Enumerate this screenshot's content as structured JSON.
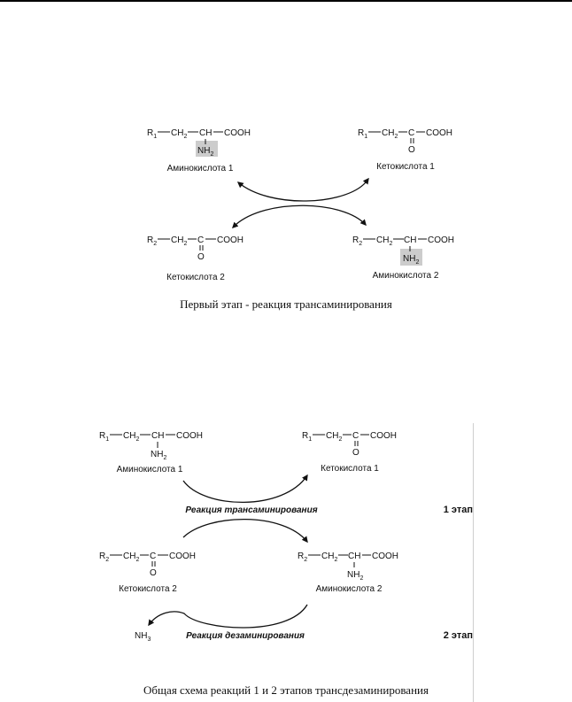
{
  "figure1": {
    "caption": "Первый этап - реакция трансаминирования",
    "amino_acid_1": {
      "name": "Аминокислота 1",
      "r": "R",
      "r_sub": "1",
      "amine": "NH",
      "amine_sub": "2"
    },
    "keto_acid_1": {
      "name": "Кетокислота 1",
      "r": "R",
      "r_sub": "1",
      "oxygen": "O"
    },
    "keto_acid_2": {
      "name": "Кетокислота 2",
      "r": "R",
      "r_sub": "2",
      "oxygen": "O"
    },
    "amino_acid_2": {
      "name": "Аминокислота 2",
      "r": "R",
      "r_sub": "2",
      "amine": "NH",
      "amine_sub": "2"
    },
    "ch2": "CH",
    "ch2_sub": "2",
    "ch": "CH",
    "c": "C",
    "cooh": "COOH",
    "highlight_color": "#cccccc"
  },
  "figure2": {
    "caption": "Общая схема реакций 1 и 2 этапов трансдезаминирования",
    "amino_acid_1": {
      "name": "Аминокислота 1",
      "r": "R",
      "r_sub": "1",
      "amine": "NH",
      "amine_sub": "2"
    },
    "keto_acid_1": {
      "name": "Кетокислота 1",
      "r": "R",
      "r_sub": "1",
      "oxygen": "O"
    },
    "keto_acid_2": {
      "name": "Кетокислота 2",
      "r": "R",
      "r_sub": "2",
      "oxygen": "O"
    },
    "amino_acid_2": {
      "name": "Аминокислота 2",
      "r": "R",
      "r_sub": "2",
      "amine": "NH",
      "amine_sub": "2"
    },
    "ch2": "CH",
    "ch2_sub": "2",
    "ch": "CH",
    "c": "C",
    "cooh": "COOH",
    "transamination_label": "Реакция трансаминирования",
    "deamination_label": "Реакция дезаминирования",
    "stage1": "1 этап",
    "stage2": "2 этап",
    "ammonia": "NH",
    "ammonia_sub": "3"
  }
}
